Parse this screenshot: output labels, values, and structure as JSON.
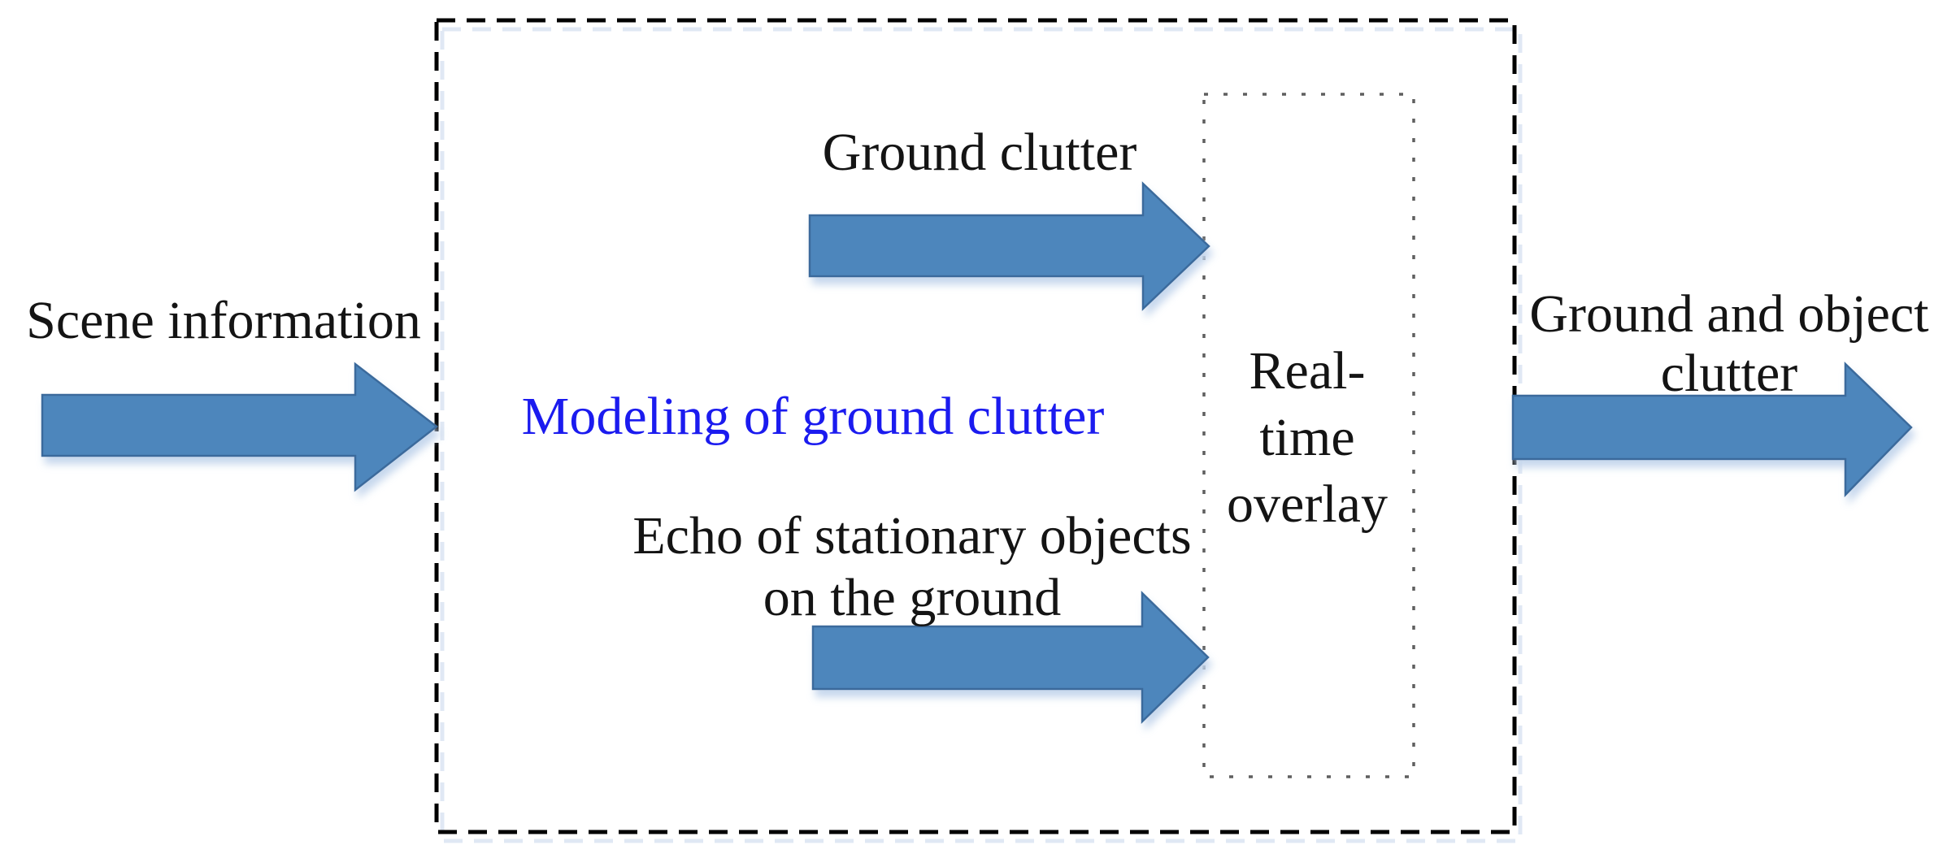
{
  "figure": {
    "type": "block-diagram",
    "description": "Ground clutter modeling flow diagram"
  },
  "labels": {
    "scene_input": "Scene information",
    "ground_clutter": "Ground clutter",
    "modeling": "Modeling of ground clutter",
    "echo_line1": "Echo of stationary objects",
    "echo_line2": "on the ground",
    "overlay_line1": "Real-",
    "overlay_line2": "time",
    "overlay_line3": "overlay",
    "output_line1": "Ground and object",
    "output_line2": "clutter"
  },
  "icons": {
    "scene_arrow": "right-arrow",
    "ground_clutter_arrow": "right-arrow",
    "echo_arrow": "right-arrow",
    "output_arrow": "right-arrow"
  },
  "colors": {
    "arrow_fill": "#4E86BC",
    "arrow_border": "#3A6B9C",
    "arrow_shadow": "#C3D5EC",
    "dashed_box_border": "#000000",
    "dashed_box_shadow": "#E0E8F4",
    "dotted_box_border": "#5F5F5F",
    "modeling_text": "#1B1BEF",
    "body_text": "#141414",
    "background": "#FFFFFF"
  }
}
